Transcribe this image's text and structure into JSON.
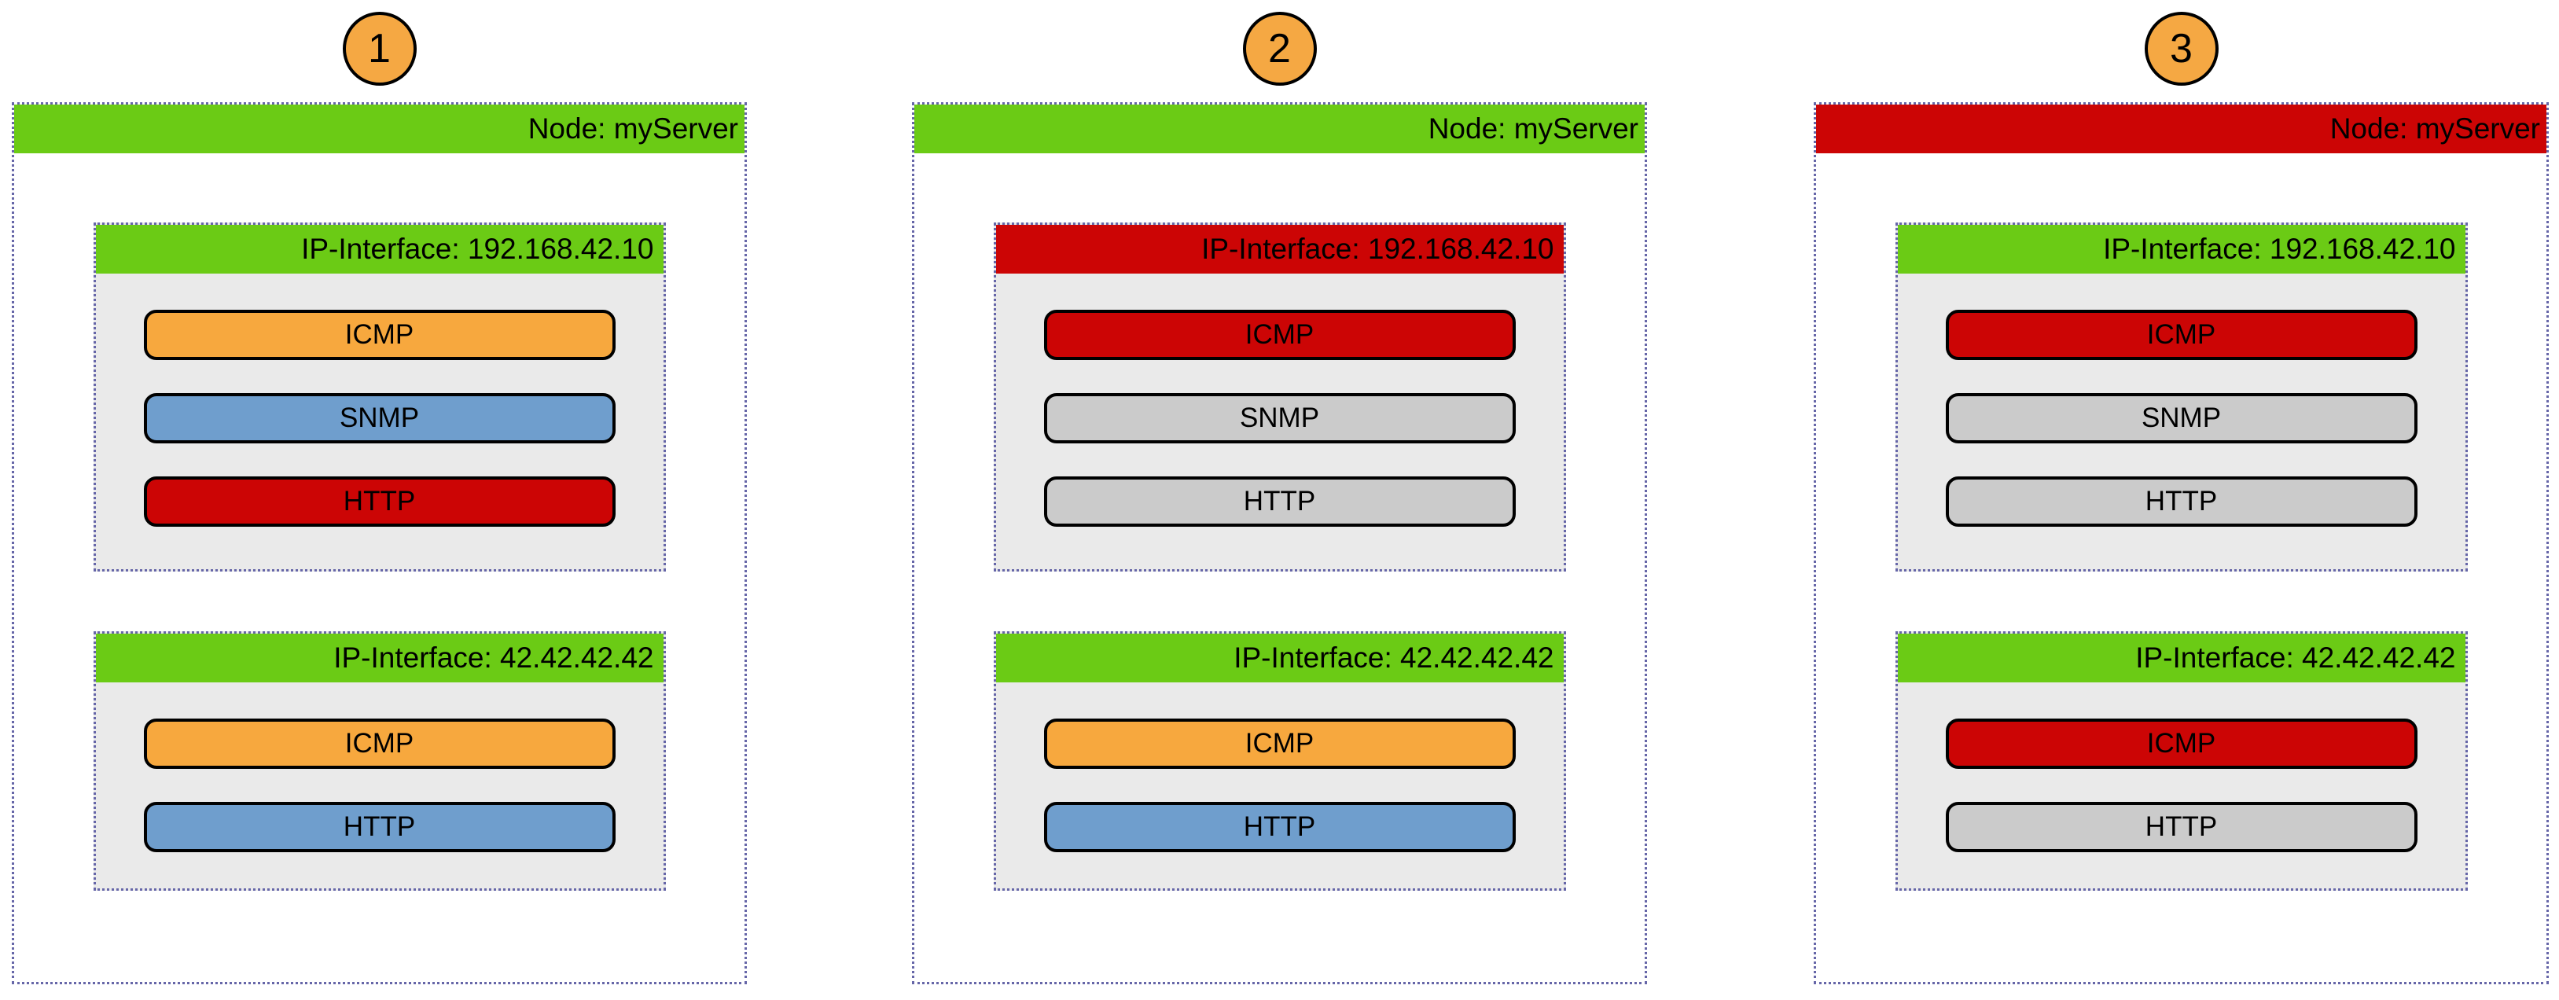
{
  "colors": {
    "green": "#6BCB15",
    "red": "#CC0505",
    "orange": "#F7A83E",
    "blue": "#6F9ECD",
    "gray": "#CBCBCB",
    "body_gray": "#EAEAEA",
    "border_dotted": "#6666A8",
    "badge_orange": "#F5A843"
  },
  "panels": [
    {
      "badge": "1",
      "node": {
        "label": "Node: myServer",
        "status": "green"
      },
      "interfaces": [
        {
          "label": "IP-Interface: 192.168.42.10",
          "status": "green",
          "services": [
            {
              "label": "ICMP",
              "status": "orange"
            },
            {
              "label": "SNMP",
              "status": "blue"
            },
            {
              "label": "HTTP",
              "status": "red"
            }
          ]
        },
        {
          "label": "IP-Interface: 42.42.42.42",
          "status": "green",
          "services": [
            {
              "label": "ICMP",
              "status": "orange"
            },
            {
              "label": "HTTP",
              "status": "blue"
            }
          ]
        }
      ]
    },
    {
      "badge": "2",
      "node": {
        "label": "Node: myServer",
        "status": "green"
      },
      "interfaces": [
        {
          "label": "IP-Interface: 192.168.42.10",
          "status": "red",
          "services": [
            {
              "label": "ICMP",
              "status": "red"
            },
            {
              "label": "SNMP",
              "status": "gray"
            },
            {
              "label": "HTTP",
              "status": "gray"
            }
          ]
        },
        {
          "label": "IP-Interface: 42.42.42.42",
          "status": "green",
          "services": [
            {
              "label": "ICMP",
              "status": "orange"
            },
            {
              "label": "HTTP",
              "status": "blue"
            }
          ]
        }
      ]
    },
    {
      "badge": "3",
      "node": {
        "label": "Node: myServer",
        "status": "red"
      },
      "interfaces": [
        {
          "label": "IP-Interface: 192.168.42.10",
          "status": "green",
          "services": [
            {
              "label": "ICMP",
              "status": "red"
            },
            {
              "label": "SNMP",
              "status": "gray"
            },
            {
              "label": "HTTP",
              "status": "gray"
            }
          ]
        },
        {
          "label": "IP-Interface: 42.42.42.42",
          "status": "green",
          "services": [
            {
              "label": "ICMP",
              "status": "red"
            },
            {
              "label": "HTTP",
              "status": "gray"
            }
          ]
        }
      ]
    }
  ]
}
